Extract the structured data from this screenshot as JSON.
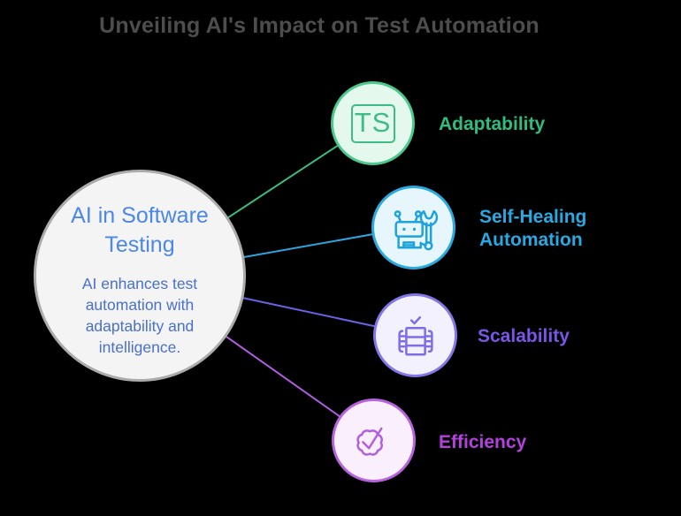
{
  "background_color": "#000000",
  "title": {
    "text": "Unveiling AI's Impact on Test Automation",
    "color": "#4d4d4d"
  },
  "hub": {
    "heading": "AI in Software Testing",
    "description": "AI enhances test automation with adaptability and intelligence.",
    "fill": "#f4f4f5",
    "border_color": "#ababab",
    "heading_color": "#4b87e8",
    "description_color": "#4a70cc"
  },
  "nodes": [
    {
      "label": "Adaptability",
      "icon": "ts-badge-icon",
      "icon_text": "TS",
      "label_color": "#2ebd7f",
      "circle_fill": "#e4f8ed",
      "circle_border": "#4bc88c",
      "connector_color": "#3cbc80"
    },
    {
      "label": "Self-Healing Automation",
      "icon": "robot-wrench-icon",
      "label_color": "#29a9e1",
      "circle_fill": "#e7f6fd",
      "circle_border": "#2aaade",
      "connector_color": "#2aa7de"
    },
    {
      "label": "Scalability",
      "icon": "server-stack-check-icon",
      "label_color": "#7b55e8",
      "circle_fill": "#f3f1fe",
      "circle_border": "#8376e8",
      "connector_color": "#6763e3"
    },
    {
      "label": "Efficiency",
      "icon": "badge-check-icon",
      "label_color": "#b440e0",
      "circle_fill": "#faf0fd",
      "circle_border": "#b763de",
      "connector_color": "#af5fe3"
    }
  ]
}
